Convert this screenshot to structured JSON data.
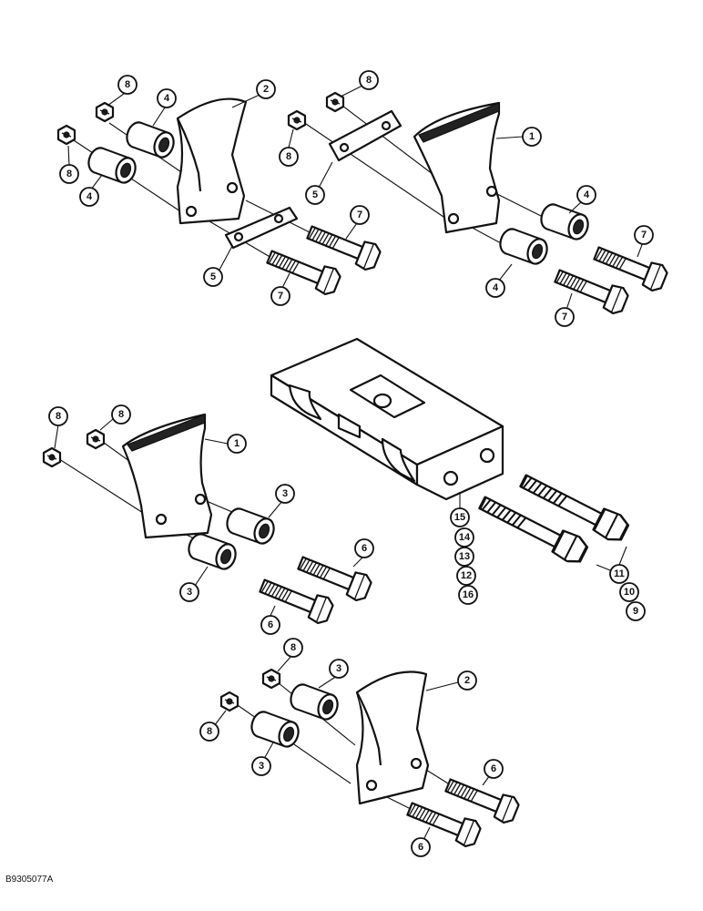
{
  "figure_code": "B9305077A",
  "callouts": {
    "c1": "1",
    "c2": "2",
    "c3": "3",
    "c4": "4",
    "c5": "5",
    "c6": "6",
    "c7": "7",
    "c8": "8",
    "c9": "9",
    "c10": "10",
    "c11": "11",
    "c12": "12",
    "c13": "13",
    "c14": "14",
    "c15": "15",
    "c16": "16"
  }
}
